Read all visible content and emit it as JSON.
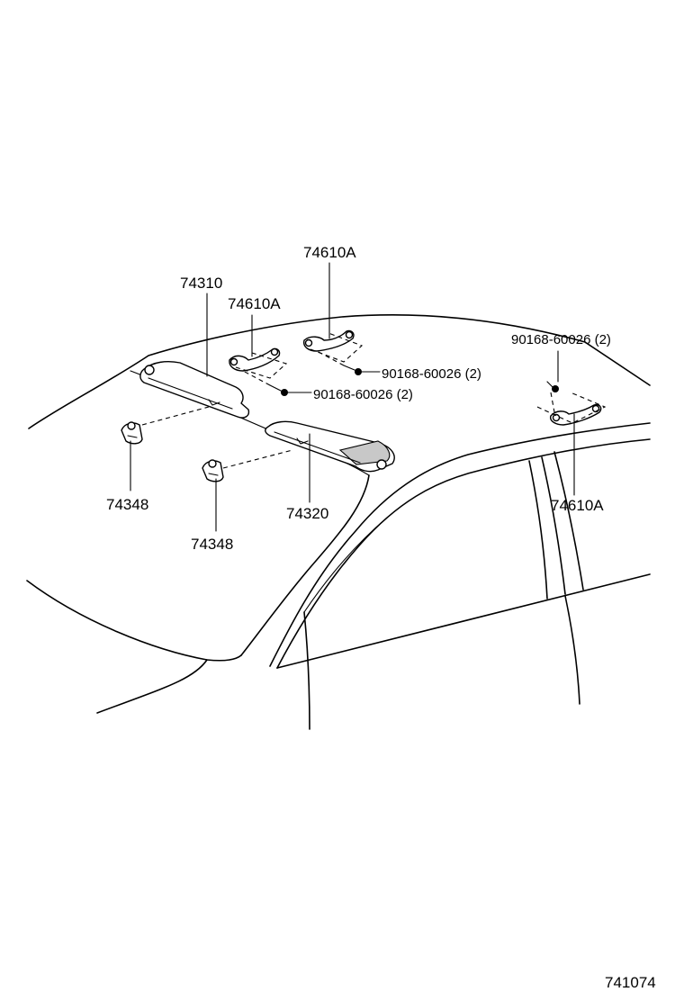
{
  "callouts": {
    "visor_left": "74310",
    "visor_right": "74320",
    "holder_left": "74348",
    "holder_right": "74348",
    "grip_center": "74610A",
    "grip_top": "74610A",
    "grip_rear": "74610A",
    "screw_center": "90168-60026 (2)",
    "screw_top": "90168-60026 (2)",
    "screw_rear": "90168-60026 (2)"
  },
  "diagram_code": "741074"
}
